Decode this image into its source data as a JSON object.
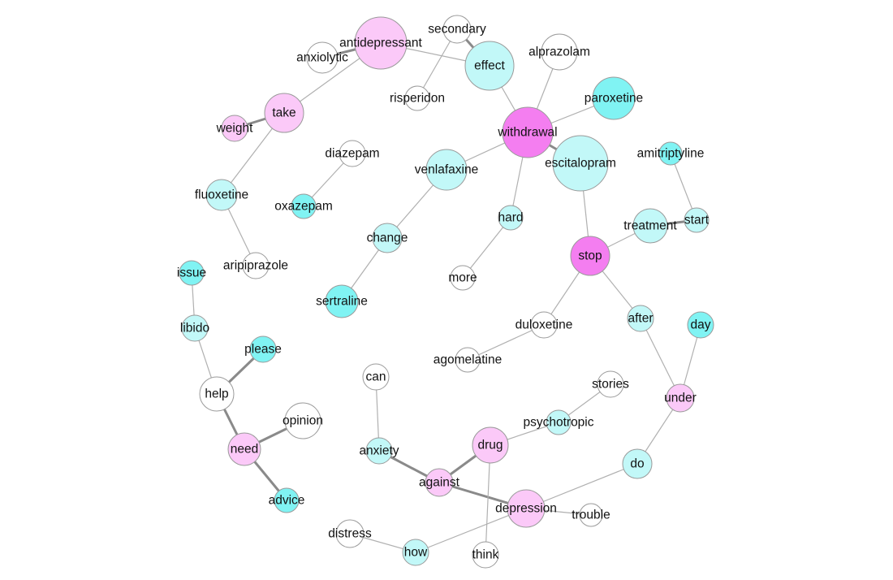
{
  "category_colors": {
    "white": "#ffffff",
    "cyan_light": "#c2f8f8",
    "cyan": "#80f3f3",
    "pink_light": "#fbc9f8",
    "magenta": "#f47ef0"
  },
  "nodes": [
    {
      "id": "antidepressant",
      "category": "pink_light"
    },
    {
      "id": "secondary",
      "category": "white"
    },
    {
      "id": "anxiolytic",
      "category": "white"
    },
    {
      "id": "effect",
      "category": "cyan_light"
    },
    {
      "id": "alprazolam",
      "category": "white"
    },
    {
      "id": "risperidon",
      "category": "white"
    },
    {
      "id": "paroxetine",
      "category": "cyan"
    },
    {
      "id": "take",
      "category": "pink_light"
    },
    {
      "id": "weight",
      "category": "pink_light"
    },
    {
      "id": "withdrawal",
      "category": "magenta"
    },
    {
      "id": "escitalopram",
      "category": "cyan_light"
    },
    {
      "id": "diazepam",
      "category": "white"
    },
    {
      "id": "venlafaxine",
      "category": "cyan_light"
    },
    {
      "id": "amitriptyline",
      "category": "cyan"
    },
    {
      "id": "fluoxetine",
      "category": "cyan_light"
    },
    {
      "id": "oxazepam",
      "category": "cyan"
    },
    {
      "id": "hard",
      "category": "cyan_light"
    },
    {
      "id": "treatment",
      "category": "cyan_light"
    },
    {
      "id": "start",
      "category": "cyan_light"
    },
    {
      "id": "change",
      "category": "cyan_light"
    },
    {
      "id": "aripiprazole",
      "category": "white"
    },
    {
      "id": "stop",
      "category": "magenta"
    },
    {
      "id": "issue",
      "category": "cyan"
    },
    {
      "id": "more",
      "category": "white"
    },
    {
      "id": "sertraline",
      "category": "cyan"
    },
    {
      "id": "libido",
      "category": "cyan_light"
    },
    {
      "id": "duloxetine",
      "category": "white"
    },
    {
      "id": "after",
      "category": "cyan_light"
    },
    {
      "id": "day",
      "category": "cyan"
    },
    {
      "id": "please",
      "category": "cyan"
    },
    {
      "id": "agomelatine",
      "category": "white"
    },
    {
      "id": "can",
      "category": "white"
    },
    {
      "id": "stories",
      "category": "white"
    },
    {
      "id": "help",
      "category": "white"
    },
    {
      "id": "under",
      "category": "pink_light"
    },
    {
      "id": "opinion",
      "category": "white"
    },
    {
      "id": "psychotropic",
      "category": "cyan_light"
    },
    {
      "id": "drug",
      "category": "pink_light"
    },
    {
      "id": "need",
      "category": "pink_light"
    },
    {
      "id": "anxiety",
      "category": "cyan_light"
    },
    {
      "id": "do",
      "category": "cyan_light"
    },
    {
      "id": "against",
      "category": "pink_light"
    },
    {
      "id": "advice",
      "category": "cyan"
    },
    {
      "id": "depression",
      "category": "pink_light"
    },
    {
      "id": "trouble",
      "category": "white"
    },
    {
      "id": "distress",
      "category": "white"
    },
    {
      "id": "how",
      "category": "cyan_light"
    },
    {
      "id": "think",
      "category": "white"
    }
  ],
  "edges": [
    {
      "source": "anxiolytic",
      "target": "antidepressant",
      "strong": true
    },
    {
      "source": "antidepressant",
      "target": "effect",
      "strong": false
    },
    {
      "source": "antidepressant",
      "target": "take",
      "strong": false
    },
    {
      "source": "secondary",
      "target": "effect",
      "strong": true
    },
    {
      "source": "secondary",
      "target": "risperidon",
      "strong": false
    },
    {
      "source": "effect",
      "target": "withdrawal",
      "strong": false
    },
    {
      "source": "alprazolam",
      "target": "withdrawal",
      "strong": false
    },
    {
      "source": "paroxetine",
      "target": "withdrawal",
      "strong": false
    },
    {
      "source": "withdrawal",
      "target": "escitalopram",
      "strong": true
    },
    {
      "source": "withdrawal",
      "target": "venlafaxine",
      "strong": false
    },
    {
      "source": "withdrawal",
      "target": "hard",
      "strong": false
    },
    {
      "source": "take",
      "target": "weight",
      "strong": true
    },
    {
      "source": "take",
      "target": "fluoxetine",
      "strong": false
    },
    {
      "source": "fluoxetine",
      "target": "aripiprazole",
      "strong": false
    },
    {
      "source": "diazepam",
      "target": "oxazepam",
      "strong": false
    },
    {
      "source": "venlafaxine",
      "target": "change",
      "strong": false
    },
    {
      "source": "change",
      "target": "sertraline",
      "strong": false
    },
    {
      "source": "hard",
      "target": "more",
      "strong": false
    },
    {
      "source": "escitalopram",
      "target": "stop",
      "strong": false
    },
    {
      "source": "stop",
      "target": "treatment",
      "strong": false
    },
    {
      "source": "treatment",
      "target": "start",
      "strong": true
    },
    {
      "source": "start",
      "target": "amitriptyline",
      "strong": false
    },
    {
      "source": "stop",
      "target": "duloxetine",
      "strong": false
    },
    {
      "source": "duloxetine",
      "target": "agomelatine",
      "strong": false
    },
    {
      "source": "stop",
      "target": "after",
      "strong": false
    },
    {
      "source": "after",
      "target": "under",
      "strong": false
    },
    {
      "source": "day",
      "target": "under",
      "strong": false
    },
    {
      "source": "under",
      "target": "do",
      "strong": false
    },
    {
      "source": "do",
      "target": "depression",
      "strong": false
    },
    {
      "source": "issue",
      "target": "libido",
      "strong": false
    },
    {
      "source": "libido",
      "target": "help",
      "strong": false
    },
    {
      "source": "help",
      "target": "please",
      "strong": true
    },
    {
      "source": "help",
      "target": "need",
      "strong": true
    },
    {
      "source": "need",
      "target": "opinion",
      "strong": true
    },
    {
      "source": "need",
      "target": "advice",
      "strong": true
    },
    {
      "source": "can",
      "target": "anxiety",
      "strong": false
    },
    {
      "source": "anxiety",
      "target": "against",
      "strong": true
    },
    {
      "source": "against",
      "target": "drug",
      "strong": true
    },
    {
      "source": "against",
      "target": "depression",
      "strong": true
    },
    {
      "source": "drug",
      "target": "psychotropic",
      "strong": false
    },
    {
      "source": "psychotropic",
      "target": "stories",
      "strong": false
    },
    {
      "source": "drug",
      "target": "think",
      "strong": false
    },
    {
      "source": "depression",
      "target": "trouble",
      "strong": false
    },
    {
      "source": "depression",
      "target": "how",
      "strong": false
    },
    {
      "source": "how",
      "target": "distress",
      "strong": false
    }
  ]
}
